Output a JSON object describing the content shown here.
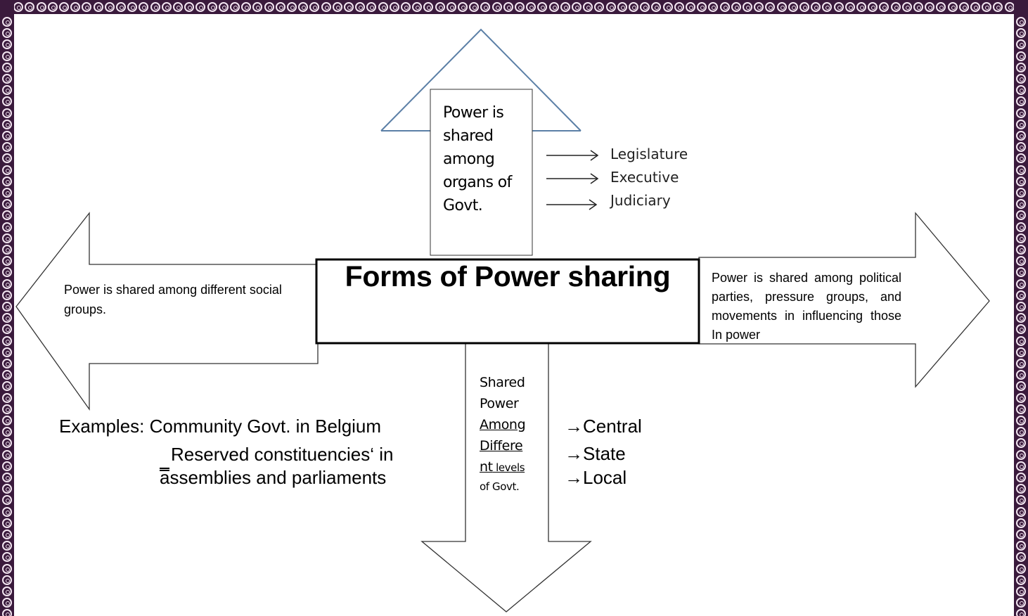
{
  "title": "Forms of Power sharing",
  "up": {
    "lines": [
      "Power is",
      "shared",
      "among",
      "organs of",
      "Govt."
    ],
    "organs": [
      "Legislature",
      "Executive",
      "Judiciary"
    ]
  },
  "left": {
    "text": "Power is shared among different social groups."
  },
  "right": {
    "text": "Power is shared among political parties, pressure groups, and movements in influencing those In power"
  },
  "down": {
    "l1": "Shared",
    "l2": "Power",
    "l3": "Among",
    "l4": "Differe",
    "l5a": "nt",
    "l5b": " levels",
    "l6": "of Govt.",
    "levels": [
      "→Central",
      "→State",
      "→Local"
    ]
  },
  "examples": {
    "line1": "Examples: Community Govt. in Belgium",
    "line2": "Reserved constituencies‘ in",
    "line3": "assemblies and parliaments"
  }
}
